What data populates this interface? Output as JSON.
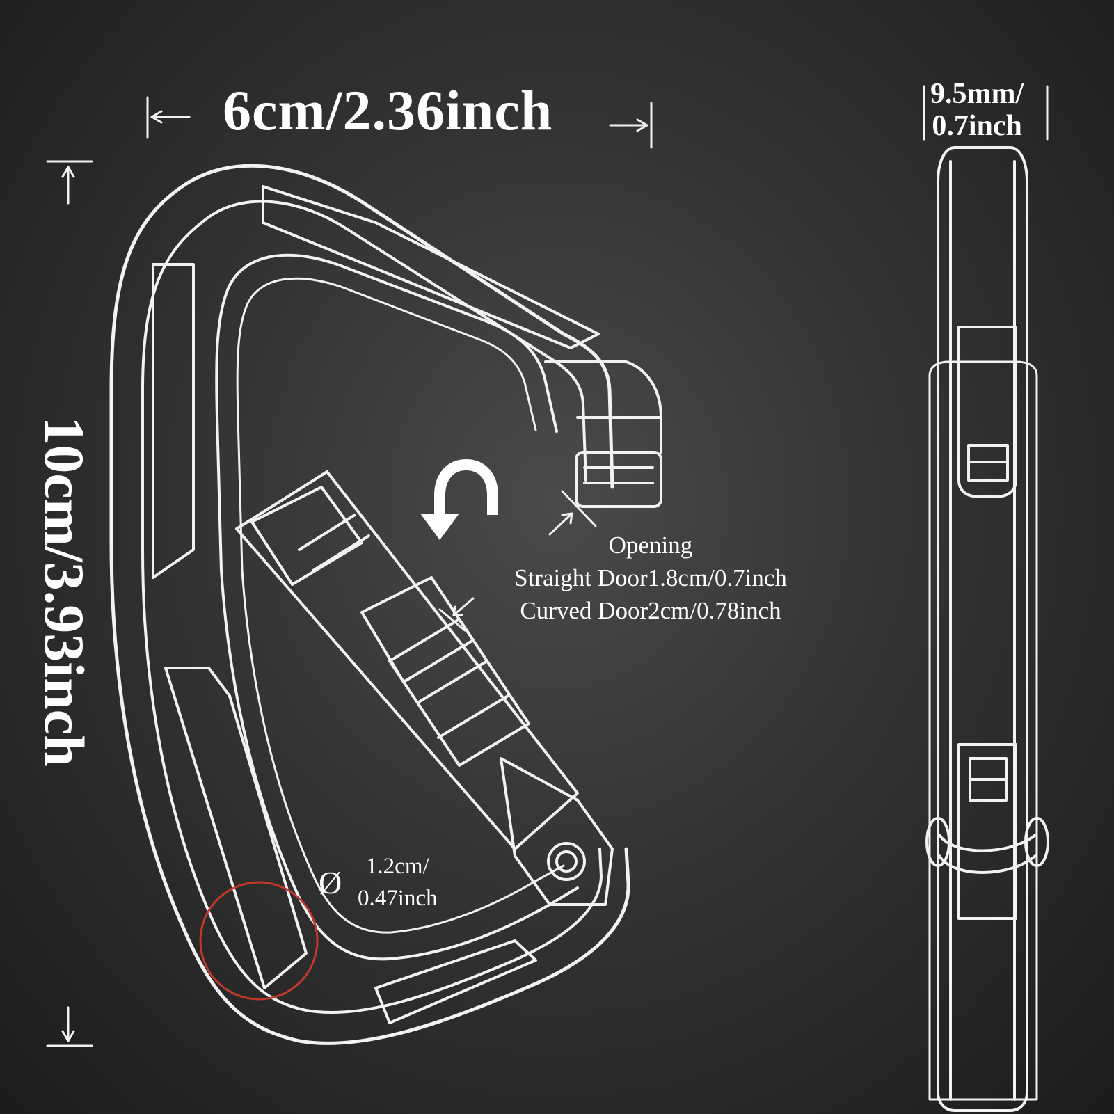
{
  "dimensions": {
    "width": "6cm/2.36inch",
    "height": "10cm/3.93inch",
    "thickness_line1": "9.5mm/",
    "thickness_line2": "0.7inch"
  },
  "opening": {
    "title": "Opening",
    "straight": "Straight Door1.8cm/0.7inch",
    "curved": "Curved Door2cm/0.78inch"
  },
  "diameter": {
    "symbol": "Ø",
    "line1": "1.2cm/",
    "line2": "0.47inch"
  },
  "colors": {
    "background": "#2f2f2f",
    "outline": "#ffffff",
    "highlight_circle": "#c0392b"
  },
  "icons": {
    "rotate": "u-turn-arrow-icon"
  }
}
